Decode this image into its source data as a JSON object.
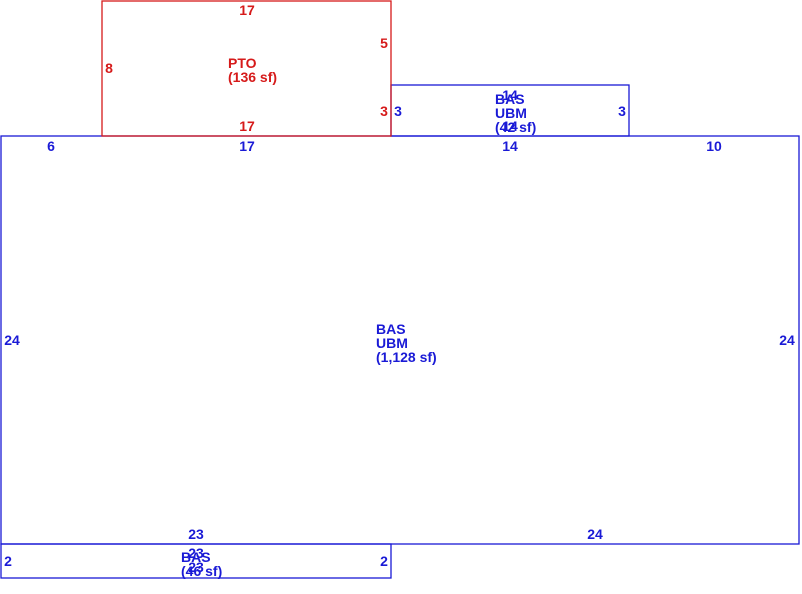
{
  "colors": {
    "living": "#1a1ad6",
    "porch": "#d61a1a",
    "background": "#ffffff"
  },
  "areas": {
    "pto": {
      "code": "PTO",
      "size": "(136 sf)",
      "dims": {
        "top": "17",
        "left": "8",
        "right_upper": "5",
        "right_lower": "3",
        "bottom": "17"
      }
    },
    "bas_small": {
      "code1": "BAS",
      "code2": "UBM",
      "size": "(42 sf)",
      "overlap_top": "14",
      "overlap_bottom": "14",
      "dims": {
        "left": "3",
        "right": "3"
      }
    },
    "bas_main": {
      "code1": "BAS",
      "code2": "UBM",
      "size": "(1,128 sf)",
      "dims": {
        "top_left": "6",
        "top_mid": "17",
        "top_right_mid": "14",
        "top_right": "10",
        "left": "24",
        "right": "24",
        "bottom_left": "23",
        "bottom_right": "24"
      }
    },
    "bas_bottom": {
      "code1": "BAS",
      "size": "(46 sf)",
      "overlap_top": "23",
      "overlap_bottom": "23",
      "dims": {
        "left": "2",
        "right": "2"
      }
    }
  }
}
